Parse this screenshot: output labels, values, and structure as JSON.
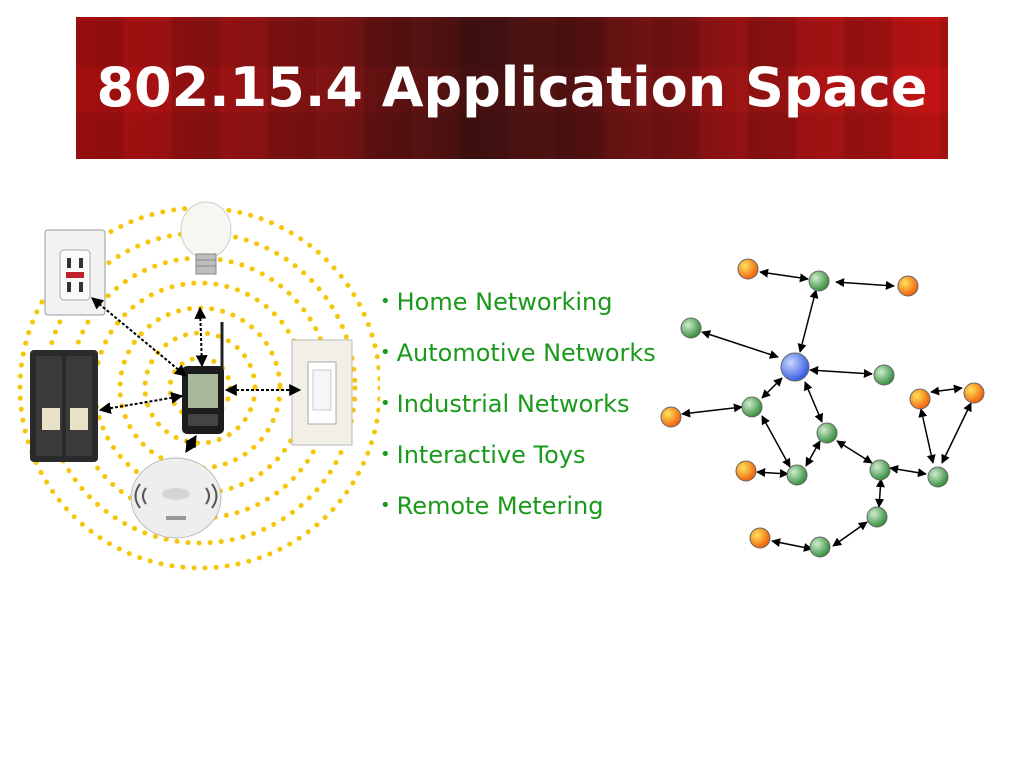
{
  "slide": {
    "title": "802.15.4 Application Space"
  },
  "bullets": [
    {
      "label": "Home Networking"
    },
    {
      "label": "Automotive Networks"
    },
    {
      "label": "Industrial Networks"
    },
    {
      "label": "Interactive Toys"
    },
    {
      "label": "Remote Metering"
    }
  ],
  "colors": {
    "title_background": "#9a1414",
    "title_text": "#ffffff",
    "bullet_text": "#1a9a1a",
    "ring_dots": "#f6c60c",
    "coordinator_node": "#3a63e8",
    "router_node": "#3f9a43",
    "end_device_node": "#f07010"
  },
  "illustration_icons": [
    "gfci-outlet-icon",
    "light-bulb-icon",
    "wall-switch-icon",
    "circuit-breaker-icon",
    "smoke-detector-icon",
    "handheld-controller-icon"
  ]
}
